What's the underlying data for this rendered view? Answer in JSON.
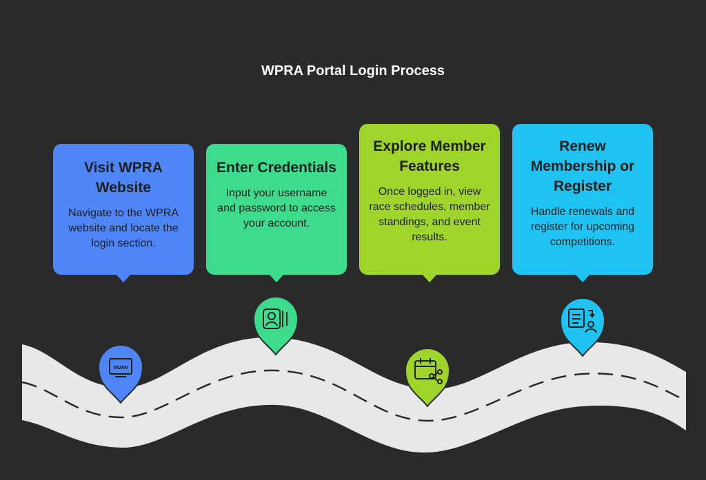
{
  "title": "WPRA Portal Login Process",
  "steps": [
    {
      "heading": "Visit WPRA Website",
      "text": "Navigate to the WPRA website and locate the login section.",
      "color": "#4f86f7",
      "icon": "www-icon"
    },
    {
      "heading": "Enter Credentials",
      "text": "Input your username and password to access your account.",
      "color": "#3ddc8c",
      "icon": "id-card-icon"
    },
    {
      "heading": "Explore Member Features",
      "text": "Once logged in, view race schedules, member standings, and event results.",
      "color": "#9fd52b",
      "icon": "calendar-share-icon"
    },
    {
      "heading": "Renew Membership or Register",
      "text": "Handle renewals and register for upcoming competitions.",
      "color": "#1ec3f2",
      "icon": "renewal-document-icon"
    }
  ],
  "road_color": "#e8e8e8",
  "background": "#2a2a2a"
}
